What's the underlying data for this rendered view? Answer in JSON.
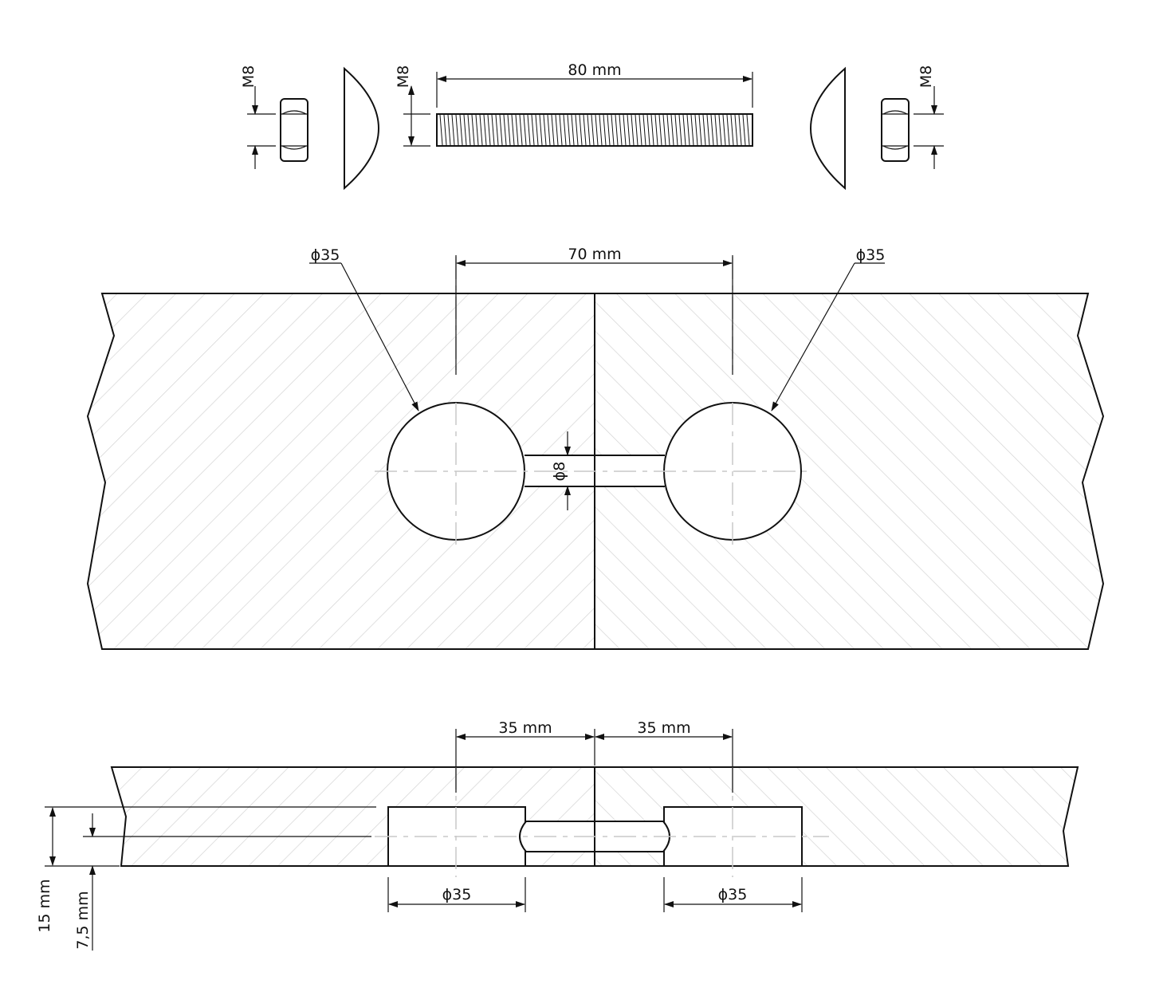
{
  "hardware": {
    "nut_left_label": "M8",
    "rod_thread_label": "M8",
    "rod_length_label": "80 mm",
    "nut_right_label": "M8"
  },
  "top_view": {
    "hole_left_label": "ϕ35",
    "hole_spacing_label": "70 mm",
    "hole_right_label": "ϕ35",
    "bore_label": "ϕ8"
  },
  "section_view": {
    "offset_left_label": "35 mm",
    "offset_right_label": "35 mm",
    "thickness_label": "15 mm",
    "bore_depth_label": "7,5 mm",
    "hole_left_label": "ϕ35",
    "hole_right_label": "ϕ35"
  },
  "colors": {
    "ink": "#111111",
    "hatch": "#d4d4d4",
    "center_line": "#c8c8c8"
  }
}
